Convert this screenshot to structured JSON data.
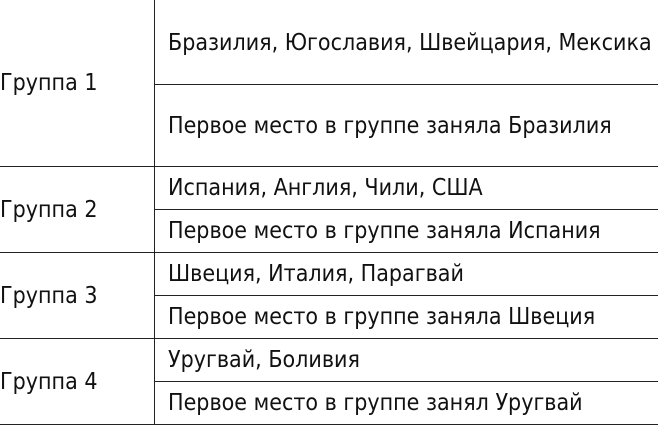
{
  "groups": [
    {
      "name": "Группа 1",
      "teams": "Бразилия, Югославия, Швейцария, Мексика",
      "result": "Первое место в группе заняла Бразилия"
    },
    {
      "name": "Группа 2",
      "teams": "Испания, Англия, Чили, США",
      "result": "Первое место в группе заняла Испания"
    },
    {
      "name": "Группа 3",
      "teams": "Швеция, Италия, Парагвай",
      "result": "Первое место в группе заняла Швеция"
    },
    {
      "name": "Группа 4",
      "teams": "Уругвай, Боливия",
      "result": "Первое место в группе занял Уругвай"
    }
  ]
}
